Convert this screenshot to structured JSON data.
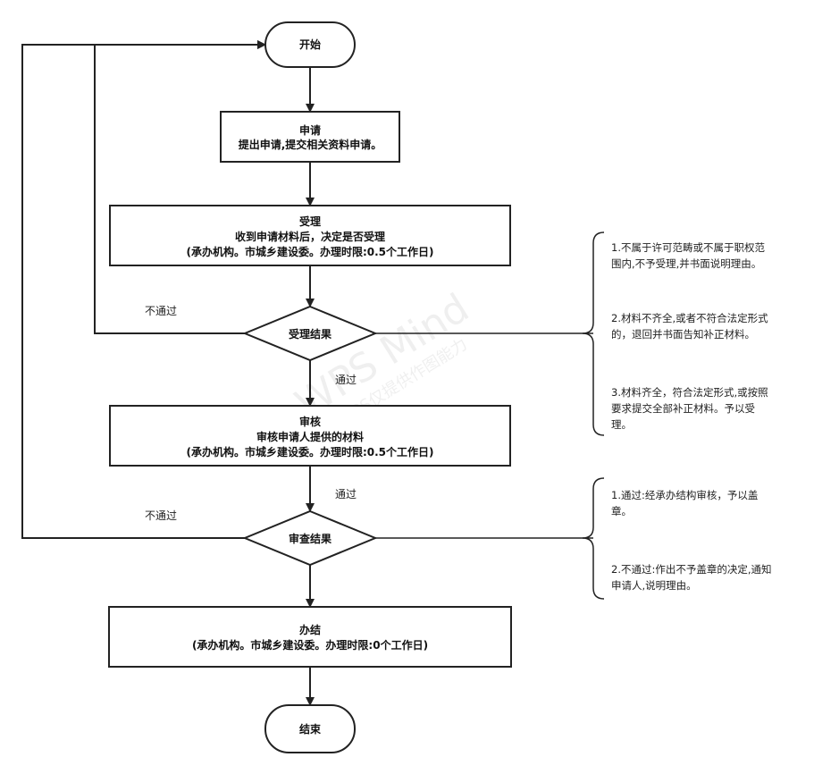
{
  "nodes": {
    "start": "开始",
    "apply": {
      "title": "申请",
      "line1": "提出申请,提交相关资料申请。"
    },
    "accept": {
      "title": "受理",
      "line1": "收到申请材料后，决定是否受理",
      "line2": "(承办机构。市城乡建设委。办理时限:0.5个工作日)"
    },
    "accept_result": "受理结果",
    "review": {
      "title": "审核",
      "line1": "审核申请人提供的材料",
      "line2": "(承办机构。市城乡建设委。办理时限:0.5个工作日)"
    },
    "review_result": "审查结果",
    "finish": {
      "title": "办结",
      "line1": "(承办机构。市城乡建设委。办理时限:0个工作日)"
    },
    "end": "结束"
  },
  "edges": {
    "reject1": "不通过",
    "pass1": "通过",
    "pass2": "通过",
    "reject2": "不通过"
  },
  "notes": {
    "accept_notes": [
      [
        "1.不属于许可范畴或不属于职权范",
        "围内,不予受理,并书面说明理由。"
      ],
      [
        "2.材料不齐全,或者不符合法定形式",
        "的，退回并书面告知补正材料。"
      ],
      [
        "3.材料齐全，符合法定形式,或按照",
        "要求提交全部补正材料。予以受",
        "理。"
      ]
    ],
    "review_notes": [
      [
        "1.通过:经承办结构审核，予以盖",
        "章。"
      ],
      [
        "2.不通过:作出不予盖章的决定,通知",
        "申请人,说明理由。"
      ]
    ]
  },
  "watermark": {
    "main": "WPS Mind",
    "sub": "WPS仅提供作图能力"
  },
  "colors": {
    "stroke": "#222222",
    "text": "#111111",
    "background": "#ffffff"
  }
}
